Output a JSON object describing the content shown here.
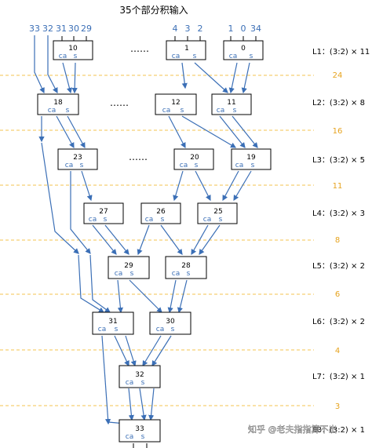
{
  "title": "35个部分积输入",
  "inputs": [
    "33",
    "32",
    "31",
    "30",
    "29",
    "4",
    "3",
    "2",
    "1",
    "0",
    "34"
  ],
  "ellipsis": "……",
  "pins": {
    "carry": "ca",
    "sum": "s"
  },
  "boxes": [
    "10",
    "1",
    "0",
    "18",
    "12",
    "11",
    "23",
    "20",
    "19",
    "27",
    "26",
    "25",
    "29",
    "28",
    "31",
    "30",
    "32",
    "33"
  ],
  "levels": [
    {
      "label": "L1：(3:2) × 11",
      "count": "24"
    },
    {
      "label": "L2：(3:2) × 8",
      "count": "16"
    },
    {
      "label": "L3：(3:2) × 5",
      "count": "11"
    },
    {
      "label": "L4：(3:2) × 3",
      "count": "8"
    },
    {
      "label": "L5：(3:2) × 2",
      "count": "6"
    },
    {
      "label": "L6：(3:2) × 2",
      "count": "4"
    },
    {
      "label": "L7：(3:2) × 1",
      "count": "3"
    },
    {
      "label": "L8：(3:2) × 1",
      "count": ""
    }
  ],
  "watermark": "知乎 @老夫指指算不出",
  "colors": {
    "wire": "#3b6fb6",
    "pin_text": "#3b6fb6",
    "count_text": "#e6a31e",
    "dash": "#f3c34f"
  }
}
